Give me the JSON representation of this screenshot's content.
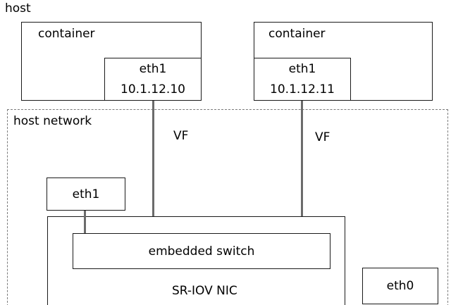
{
  "host": {
    "label": "host"
  },
  "containers": [
    {
      "title": "container",
      "iface": "eth1",
      "ip": "10.1.12.10"
    },
    {
      "title": "container",
      "iface": "eth1",
      "ip": "10.1.12.11"
    }
  ],
  "host_network": {
    "label": "host network",
    "vf_labels": [
      "VF",
      "VF"
    ],
    "eth1_label": "eth1",
    "eth0_label": "eth0",
    "nic": {
      "label": "SR-IOV NIC",
      "switch_label": "embedded switch"
    }
  },
  "colors": {
    "border": "#1a1a1a",
    "dashed_border": "#7a7a7a",
    "wire": "#6b6b6b",
    "background": "#ffffff"
  }
}
